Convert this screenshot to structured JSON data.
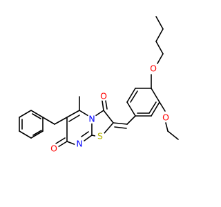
{
  "molecule": {
    "atoms": {
      "O_carbonyl_upper": {
        "symbol": "O",
        "color": "#ff0000"
      },
      "N_ring": {
        "symbol": "N",
        "color": "#0000ff"
      },
      "S_ring": {
        "symbol": "S",
        "color": "#b2b200"
      },
      "N_lower": {
        "symbol": "N",
        "color": "#0000ff"
      },
      "O_carbonyl_lower": {
        "symbol": "O",
        "color": "#ff0000"
      },
      "O_ethoxy": {
        "symbol": "O",
        "color": "#ff0000"
      },
      "O_butoxy": {
        "symbol": "O",
        "color": "#ff0000"
      }
    },
    "bond_color": "#000000",
    "background": "#ffffff"
  }
}
